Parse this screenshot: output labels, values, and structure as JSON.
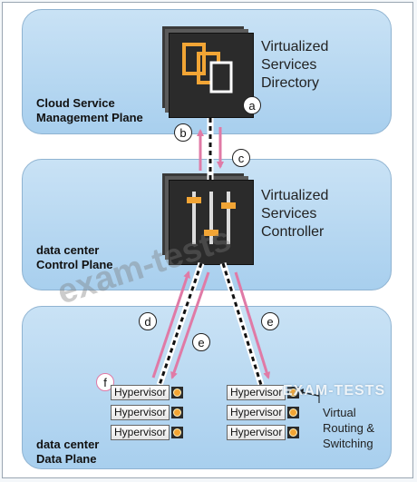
{
  "planes": {
    "management": "Cloud Service\nManagement Plane",
    "control": "data center\nControl Plane",
    "data": "data center\nData Plane"
  },
  "directory_label": "Virtualized\nServices\nDirectory",
  "controller_label": "Virtualized\nServices\nController",
  "markers": {
    "a": "a",
    "b": "b",
    "c": "c",
    "d": "d",
    "e1": "e",
    "e2": "e",
    "f": "f"
  },
  "hypervisor_text": "Hypervisor",
  "hypervisors_left": [
    "Hypervisor",
    "Hypervisor",
    "Hypervisor"
  ],
  "hypervisors_right": [
    "Hypervisor",
    "Hypervisor",
    "Hypervisor"
  ],
  "vrs_label": "Virtual\nRouting &\nSwitching",
  "watermarks": {
    "main": "exam-tests",
    "small": "EXAM-TESTS"
  },
  "colors": {
    "arrow": "#e07aa6",
    "plane": "#a8cfee",
    "device": "#2b2b2b",
    "accent": "#f2a535"
  }
}
